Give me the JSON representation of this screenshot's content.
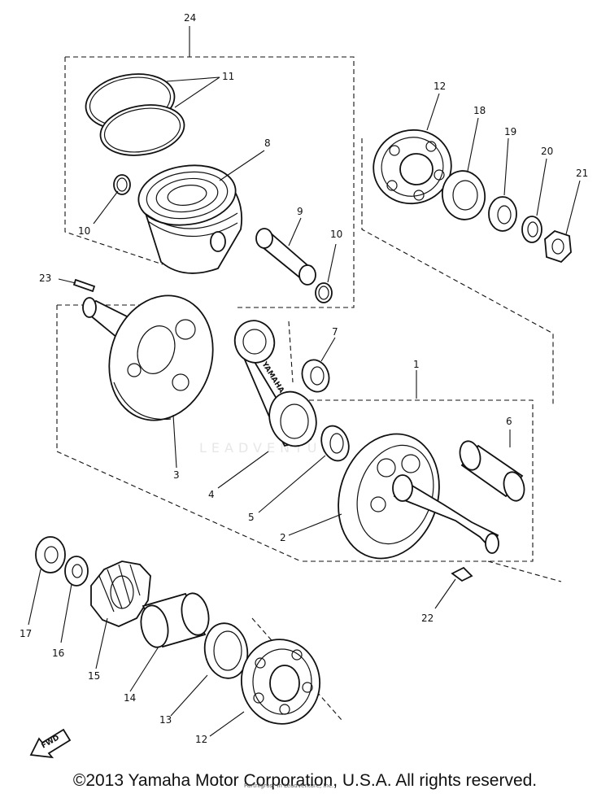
{
  "labels": {
    "p1": "1",
    "p2": "2",
    "p3": "3",
    "p4": "4",
    "p5": "5",
    "p6": "6",
    "p7": "7",
    "p8": "8",
    "p9": "9",
    "p10a": "10",
    "p10b": "10",
    "p11": "11",
    "p12a": "12",
    "p12b": "12",
    "p13": "13",
    "p14": "14",
    "p15": "15",
    "p16": "16",
    "p17": "17",
    "p18": "18",
    "p19": "19",
    "p20": "20",
    "p21": "21",
    "p22": "22",
    "p23": "23",
    "p24": "24"
  },
  "rod_stamp": "YAMAHA",
  "fwd_arrow": "FWD",
  "watermark": "LEADVENTURE",
  "small_credit": "Partnlgrosr in LeadVenture, Inc.",
  "copyright": "©2013 Yamaha Motor Corporation, U.S.A. All rights reserved."
}
